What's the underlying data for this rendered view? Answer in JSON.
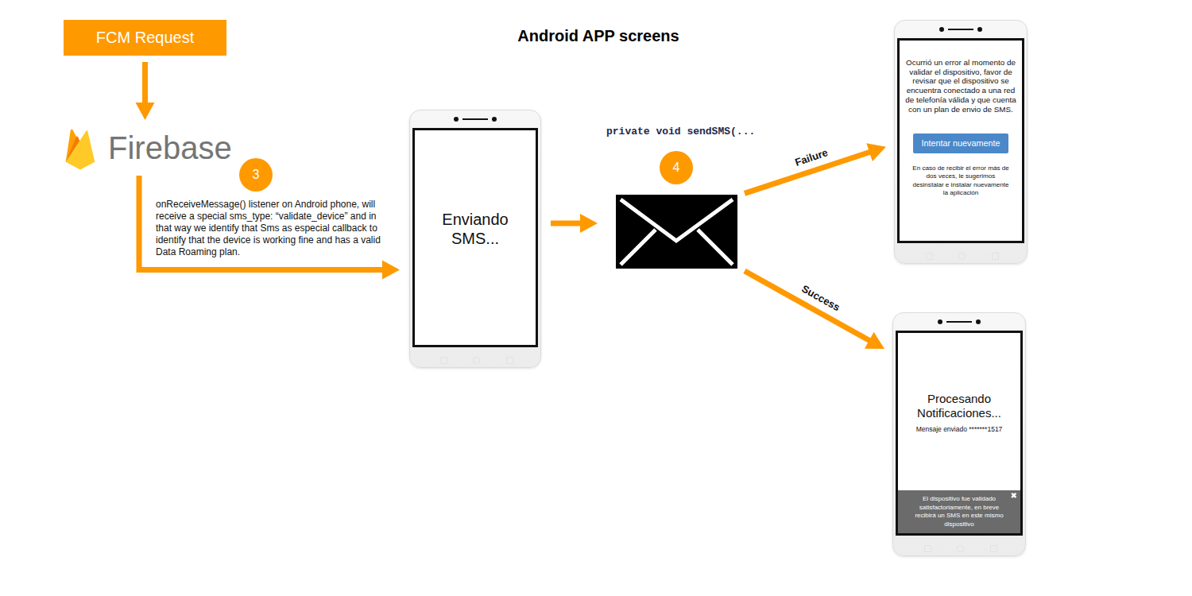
{
  "diagram": {
    "title": "Android APP screens",
    "nodes": [
      {
        "text": [
          "FCM Request"
        ]
      },
      {
        "text": [
          "Firebase"
        ]
      },
      {
        "text": [
          "Enviando SMS..."
        ]
      },
      {
        "text": [
          "private void sendSMS(..."
        ]
      },
      {
        "text": [
          "Ocurrió un error al momento de validar el dispositivo, favor de revisar que el dispositivo se encuentra conectado a una red de telefonía válida y que cuenta con un plan de envio de SMS.",
          "En caso de recibir el error más de dos veces, le sugerimos desinstalar e instalar nuevamente la aplicación"
        ]
      },
      {
        "text": [
          "Intentar nuevamente"
        ],
        "in": 4
      },
      {
        "text": [
          "Procesando Notificaciones...",
          "Mensaje enviado *******1517"
        ]
      },
      {
        "text": [
          "El dispositivo fue validado satisfactoriamente, en breve recibirá un SMS en este mismo dispositivo",
          "✖"
        ],
        "in": 6
      }
    ],
    "edges": [
      {
        "from": 0,
        "to": 1,
        "arrow": "to"
      },
      {
        "from": 1,
        "to": 2,
        "arrow": "to"
      },
      {
        "from": 2,
        "to": 3,
        "arrow": "to"
      },
      {
        "from": 3,
        "to": 4,
        "label": "Failure",
        "arrow": "to"
      },
      {
        "from": 3,
        "to": 6,
        "label": "Success",
        "arrow": "to"
      }
    ],
    "labels": [
      "3",
      "onReceiveMessage() listener on Android phone, will receive a special sms_type: “validate_device” and in that way we identify that Sms as especial callback to identify that the device is working fine and has a valid Data Roaming plan.",
      "4"
    ]
  }
}
